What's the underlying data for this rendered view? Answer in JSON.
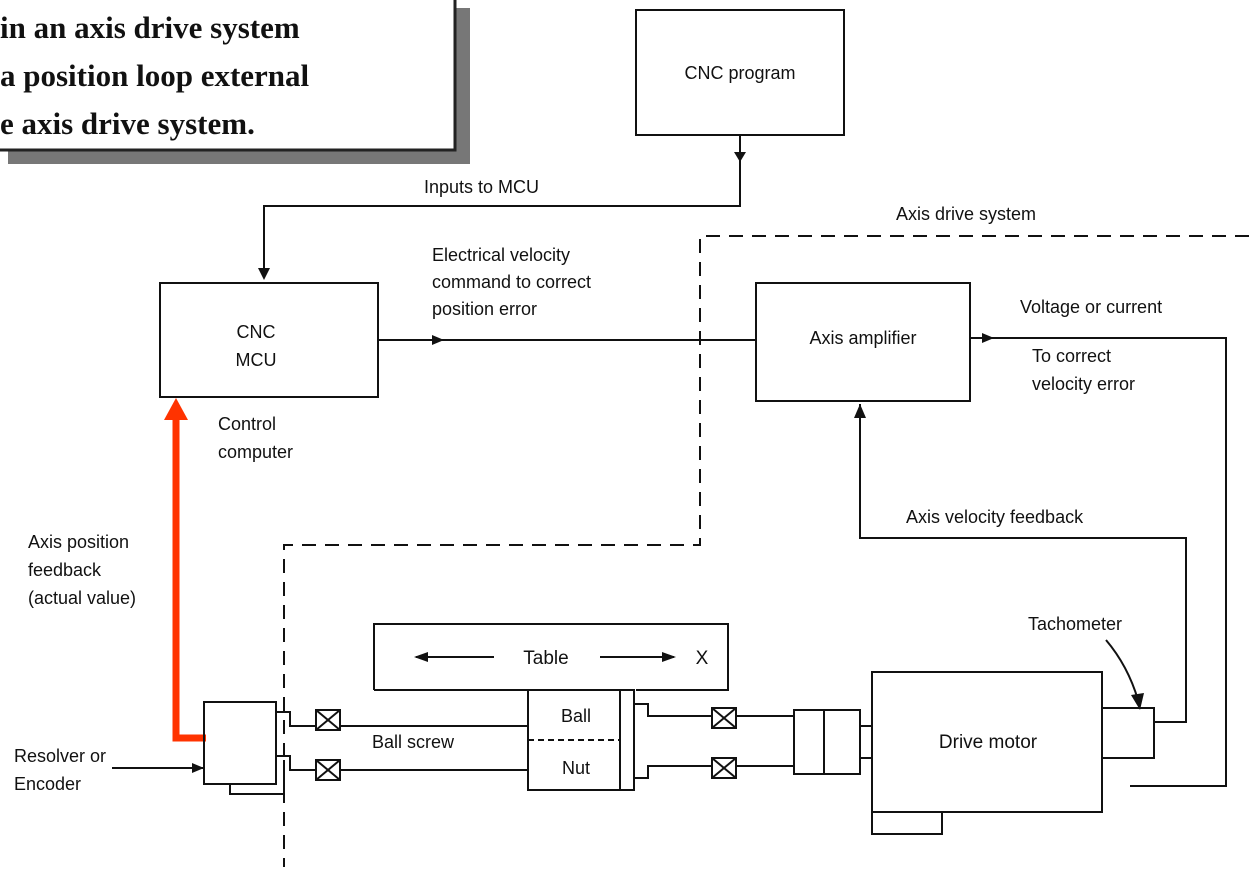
{
  "caption": {
    "lines": [
      "in an axis drive system",
      "a position loop external",
      "e axis drive system."
    ]
  },
  "blocks": {
    "cnc_program": "CNC program",
    "cnc_mcu_line1": "CNC",
    "cnc_mcu_line2": "MCU",
    "axis_amplifier": "Axis amplifier",
    "drive_motor": "Drive motor",
    "table": "Table",
    "table_axis": "X",
    "ball": "Ball",
    "nut": "Nut"
  },
  "labels": {
    "inputs_to_mcu": "Inputs to MCU",
    "axis_drive_system": "Axis drive system",
    "velocity_command": [
      "Electrical velocity",
      "command to correct",
      "position error"
    ],
    "voltage_or_current": "Voltage or current",
    "to_correct_velocity": [
      "To correct",
      "velocity error"
    ],
    "control_computer": [
      "Control",
      "computer"
    ],
    "axis_velocity_feedback": "Axis velocity feedback",
    "axis_position_feedback": [
      "Axis position",
      "feedback",
      "(actual value)"
    ],
    "tachometer": "Tachometer",
    "ball_screw": "Ball screw",
    "resolver_or_encoder": [
      "Resolver or",
      "Encoder"
    ]
  },
  "colors": {
    "line": "#111111",
    "highlight_feedback": "#ff3300",
    "caption_shadow": "#666666"
  }
}
